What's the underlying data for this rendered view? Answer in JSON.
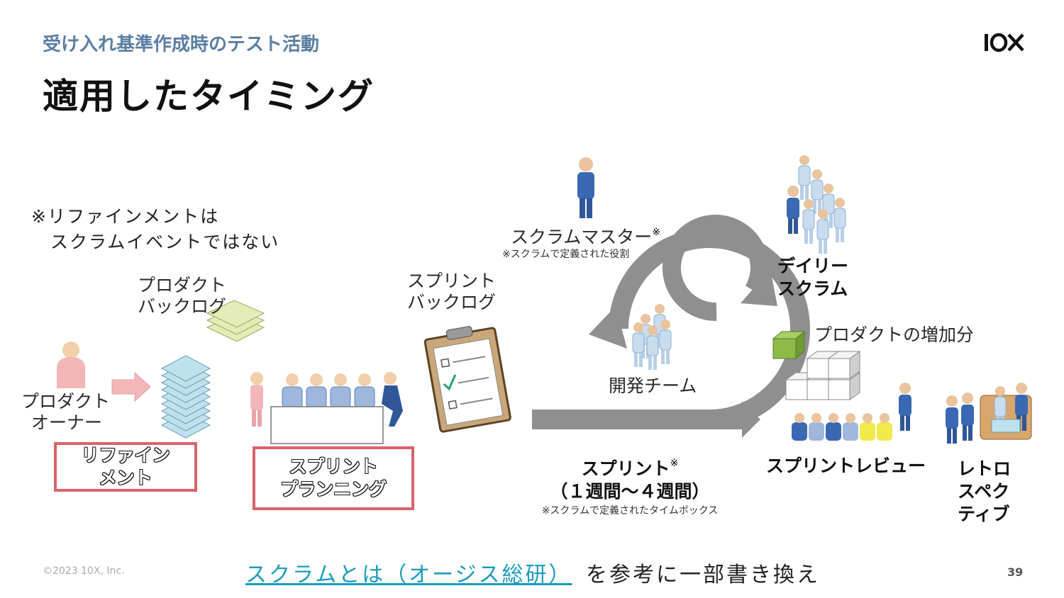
{
  "header": {
    "subtitle": "受け入れ基準作成時のテスト活動",
    "title": "適用したタイミング",
    "logo_text": "10X"
  },
  "note": {
    "line1": "※リファインメントは",
    "line2": "　スクラムイベントではない"
  },
  "diagram": {
    "product_owner": {
      "line1": "プロダクト",
      "line2": "オーナー"
    },
    "product_backlog": {
      "line1": "プロダクト",
      "line2": "バックログ"
    },
    "refinement": {
      "line1": "リファイン",
      "line2": "メント"
    },
    "sprint_planning": {
      "line1": "スプリント",
      "line2": "プランニング"
    },
    "sprint_backlog": {
      "line1": "スプリント",
      "line2": "バックログ"
    },
    "scrum_master": {
      "label": "スクラムマスター",
      "mark": "※",
      "note": "※スクラムで定義された役割"
    },
    "dev_team": "開発チーム",
    "daily_scrum": {
      "line1": "デイリー",
      "line2": "スクラム"
    },
    "increment": "プロダクトの増加分",
    "sprint": {
      "label": "スプリント",
      "mark": "※",
      "duration": "（１週間〜４週間）",
      "note": "※スクラムで定義されたタイムボックス"
    },
    "sprint_review": "スプリントレビュー",
    "retrospective": {
      "line1": "レトロ",
      "line2": "スペク",
      "line3": "ティブ"
    }
  },
  "colors": {
    "accent_blue": "#5b7fa3",
    "highlight_box": "#d9636b",
    "link": "#1a9bbf",
    "arrow_gray": "#8f8f8f"
  },
  "footer": {
    "copyright": "©2023 10X, Inc.",
    "link_text": "スクラムとは（オージス総研）",
    "rest_text": " を参考に一部書き換え",
    "page_number": "39"
  }
}
